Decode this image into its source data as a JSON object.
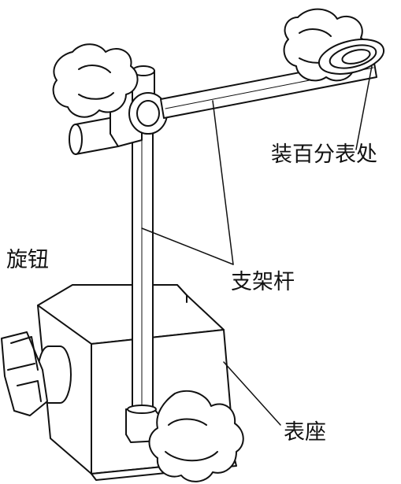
{
  "labels": {
    "indicator_mount": "装百分表处",
    "knob": "旋钮",
    "support_rod": "支架杆",
    "base": "表座"
  },
  "colors": {
    "stroke": "#111111",
    "fill": "#ffffff"
  }
}
